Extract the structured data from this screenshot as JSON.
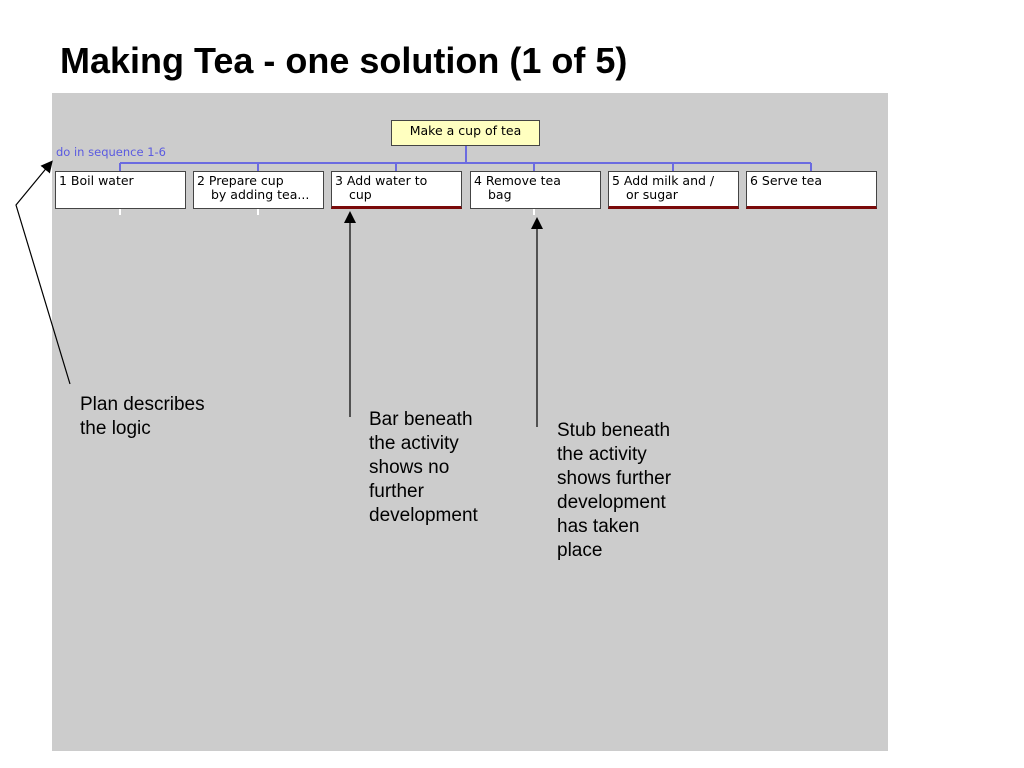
{
  "title": "Making Tea - one solution (1 of 5)",
  "diagram": {
    "root": "Make a cup of tea",
    "plan": "do in sequence 1-6",
    "tasks": [
      {
        "line1": "1 Boil water",
        "line2": ""
      },
      {
        "line1": "2 Prepare cup",
        "line2": "by adding tea..."
      },
      {
        "line1": "3 Add water to",
        "line2": "cup"
      },
      {
        "line1": "4 Remove tea",
        "line2": "bag"
      },
      {
        "line1": "5 Add milk and /",
        "line2": "or sugar"
      },
      {
        "line1": "6 Serve tea",
        "line2": ""
      }
    ],
    "connector_color": "#6b6be0",
    "bar_color": "#7a0a0a"
  },
  "annotations": {
    "plan_note": "Plan describes\nthe logic",
    "bar_note": "Bar beneath\nthe activity\nshows no\nfurther\ndevelopment",
    "stub_note": "Stub beneath\nthe activity\nshows further\ndevelopment\nhas taken\nplace"
  }
}
